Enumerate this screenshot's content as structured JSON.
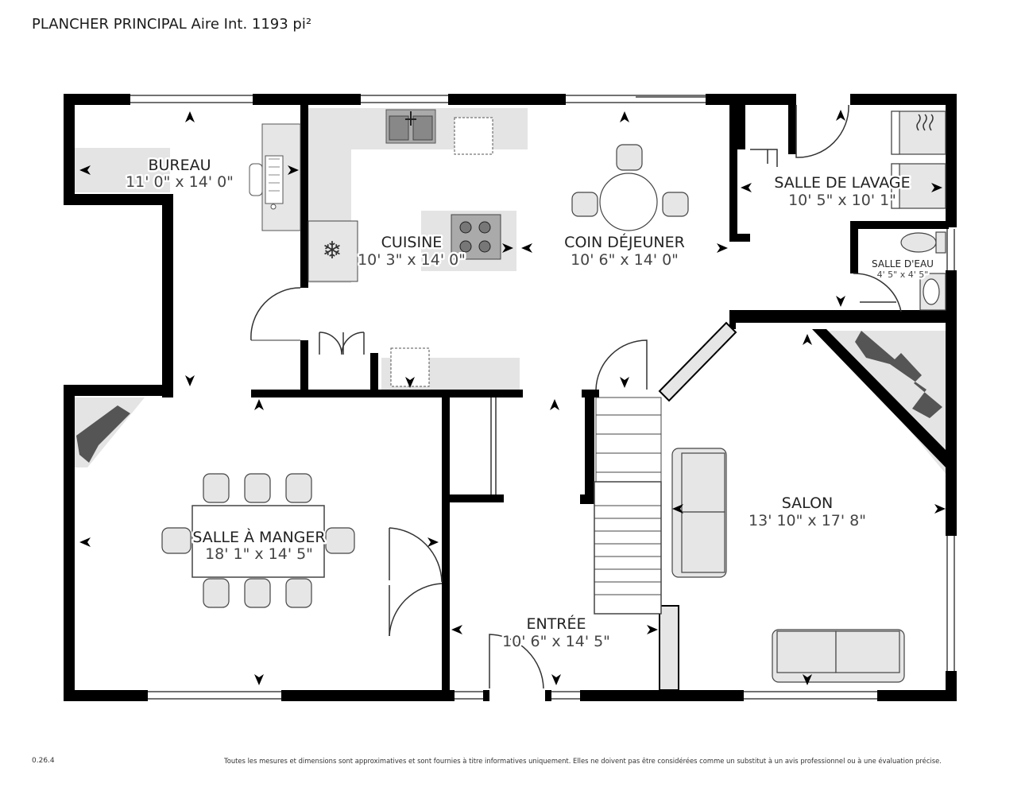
{
  "header": {
    "title": "PLANCHER PRINCIPAL Aire Int. 1193 pi²"
  },
  "footer": {
    "version": "0.26.4",
    "disclaimer": "Toutes les mesures et dimensions sont approximatives et sont fournies à titre informatives uniquement. Elles ne doivent pas être considérées comme un substitut à un avis professionnel ou à une évaluation précise."
  },
  "rooms": {
    "bureau": {
      "name": "BUREAU",
      "dims": "11' 0\" x 14' 0\""
    },
    "cuisine": {
      "name": "CUISINE",
      "dims": "10' 3\" x 14' 0\""
    },
    "coin_dejeuner": {
      "name": "COIN DÉJEUNER",
      "dims": "10' 6\" x 14' 0\""
    },
    "salle_lavage": {
      "name": "SALLE DE LAVAGE",
      "dims": "10' 5\" x 10' 1\""
    },
    "salle_eau": {
      "name": "SALLE D'EAU",
      "dims": "4' 5\" x 4' 5\""
    },
    "salle_manger": {
      "name": "SALLE À MANGER",
      "dims": "18' 1\" x 14' 5\""
    },
    "salon": {
      "name": "SALON",
      "dims": "13' 10\" x 17' 8\""
    },
    "entree": {
      "name": "ENTRÉE",
      "dims": "10' 6\" x 14' 5\""
    }
  },
  "colors": {
    "wall": "#000000",
    "fixture_fill": "#e6e6e6",
    "counter_fill": "#e4e4e4",
    "fireplace_fill": "#555555",
    "line": "#333333"
  },
  "icons": [
    "sink-icon",
    "stove-icon",
    "refrigerator-icon",
    "toilet-icon",
    "washer-icon",
    "dryer-icon",
    "desk-icon",
    "dining-table-icon",
    "sofa-icon",
    "fireplace-icon",
    "stairs-icon",
    "door-swing-icon",
    "arrow-marker-icon"
  ]
}
